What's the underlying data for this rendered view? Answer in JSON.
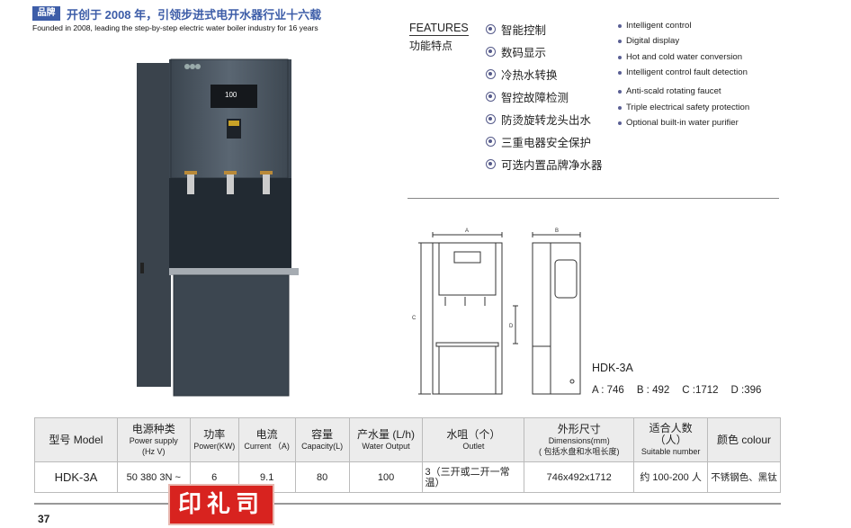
{
  "header": {
    "badge": "品牌",
    "title": "开创于 2008 年，引领步进式电开水器行业十六载",
    "subtitle": "Founded in 2008, leading the step-by-step electric water boiler industry for 16 years"
  },
  "features": {
    "title_en": "FEATURES",
    "title_cn": "功能特点",
    "cn": [
      "智能控制",
      "数码显示",
      "冷热水转换",
      "智控故障检测",
      "防烫旋转龙头出水",
      "三重电器安全保护",
      "可选内置品牌净水器"
    ],
    "en": [
      "Intelligent control",
      "Digital display",
      "Hot and cold water conversion",
      "Intelligent control fault detection",
      "Anti-scald rotating faucet",
      "Triple electrical safety protection",
      "Optional built-in water purifier"
    ]
  },
  "drawing": {
    "label_a": "A",
    "label_b": "B",
    "label_c": "C",
    "label_d": "D",
    "display": "100",
    "model": "HDK-3A",
    "dims": [
      "A : 746",
      "B : 492",
      "C :1712",
      "D :396"
    ]
  },
  "table": {
    "headers": [
      [
        "型号 Model"
      ],
      [
        "电源种类",
        "Power supply",
        "(Hz V)"
      ],
      [
        "功率",
        "Power(KW)"
      ],
      [
        "电流",
        "Current （A)"
      ],
      [
        "容量",
        "Capacity(L)"
      ],
      [
        "产水量 (L/h)",
        "Water Output"
      ],
      [
        "水咀（个）",
        "Outlet"
      ],
      [
        "外形尺寸",
        "Dimensions(mm)",
        "( 包括水盘和水咀长度)"
      ],
      [
        "适合人数（人）",
        "Suitable number"
      ],
      [
        "颜色 colour"
      ]
    ],
    "row": [
      "HDK-3A",
      "50 380 3N ~",
      "6",
      "9.1",
      "80",
      "100",
      "3（三开或二开一常温）",
      "746x492x1712",
      "约 100-200 人",
      "不锈钢色、黑钛"
    ]
  },
  "page_number": "37",
  "stamp": "印礼司"
}
